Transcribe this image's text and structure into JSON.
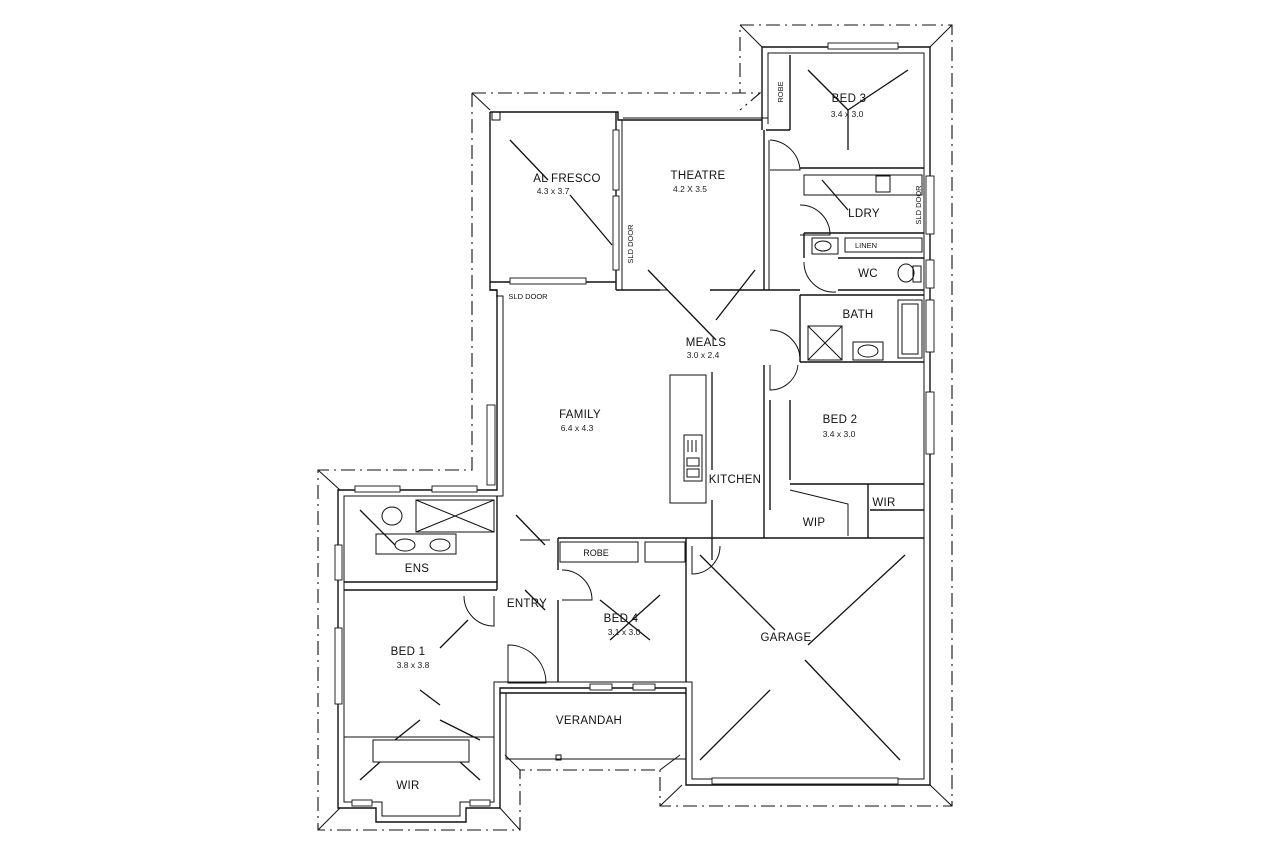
{
  "rooms": {
    "alfresco": {
      "name": "AL FRESCO",
      "dim": "4.3 x 3.7"
    },
    "theatre": {
      "name": "THEATRE",
      "dim": "4.2 X 3.5"
    },
    "bed3": {
      "name": "BED 3",
      "dim": "3.4 x 3.0"
    },
    "robe_top": {
      "name": "ROBE"
    },
    "ldry": {
      "name": "LDRY"
    },
    "linen": {
      "name": "LINEN"
    },
    "wc": {
      "name": "WC"
    },
    "bath": {
      "name": "BATH"
    },
    "meals": {
      "name": "MEALS",
      "dim": "3.0 x 2.4"
    },
    "family": {
      "name": "FAMILY",
      "dim": "6.4 x 4.3"
    },
    "bed2": {
      "name": "BED 2",
      "dim": "3.4 x 3.0"
    },
    "kitchen": {
      "name": "KITCHEN"
    },
    "wip": {
      "name": "WIP"
    },
    "wir_bed2": {
      "name": "WIR"
    },
    "robe_bed4": {
      "name": "ROBE"
    },
    "ens": {
      "name": "ENS"
    },
    "entry": {
      "name": "ENTRY"
    },
    "bed4": {
      "name": "BED 4",
      "dim": "3.1 x 3.0"
    },
    "garage": {
      "name": "GARAGE"
    },
    "bed1": {
      "name": "BED 1",
      "dim": "3.8 x 3.8"
    },
    "verandah": {
      "name": "VERANDAH"
    },
    "wir_bed1": {
      "name": "WIR"
    }
  },
  "notes": {
    "sld_door_alfresco": "SLD DOOR",
    "sld_door_theatre": "SLD DOOR",
    "sld_door_ldry": "SLD DOOR"
  }
}
